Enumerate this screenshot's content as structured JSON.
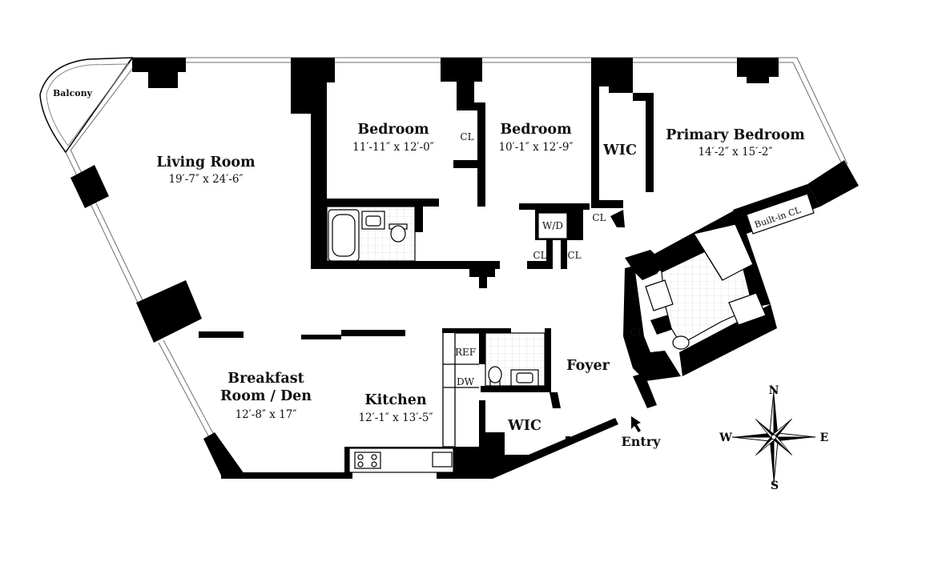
{
  "rooms": {
    "balcony": {
      "name": "Balcony"
    },
    "living": {
      "name": "Living Room",
      "dims": "19′-7″ x 24′-6″"
    },
    "bedroom1": {
      "name": "Bedroom",
      "dims": "11′-11″ x 12′-0″"
    },
    "bedroom2": {
      "name": "Bedroom",
      "dims": "10′-1″ x 12′-9″"
    },
    "wic_primary": {
      "name": "WIC"
    },
    "primary": {
      "name": "Primary Bedroom",
      "dims": "14′-2″ x 15′-2″"
    },
    "builtin_cl": {
      "name": "Built-in CL"
    },
    "breakfast": {
      "name_line1": "Breakfast",
      "name_line2": "Room / Den",
      "dims": "12′-8″ x 17″"
    },
    "kitchen": {
      "name": "Kitchen",
      "dims": "12′-1″ x 13′-5″"
    },
    "foyer": {
      "name": "Foyer"
    },
    "wic_foyer": {
      "name": "WIC"
    }
  },
  "labels": {
    "cl": "CL",
    "wd": "W/D",
    "ref": "REF",
    "dw": "DW",
    "entry": "Entry"
  },
  "compass": {
    "n": "N",
    "s": "S",
    "e": "E",
    "w": "W"
  }
}
